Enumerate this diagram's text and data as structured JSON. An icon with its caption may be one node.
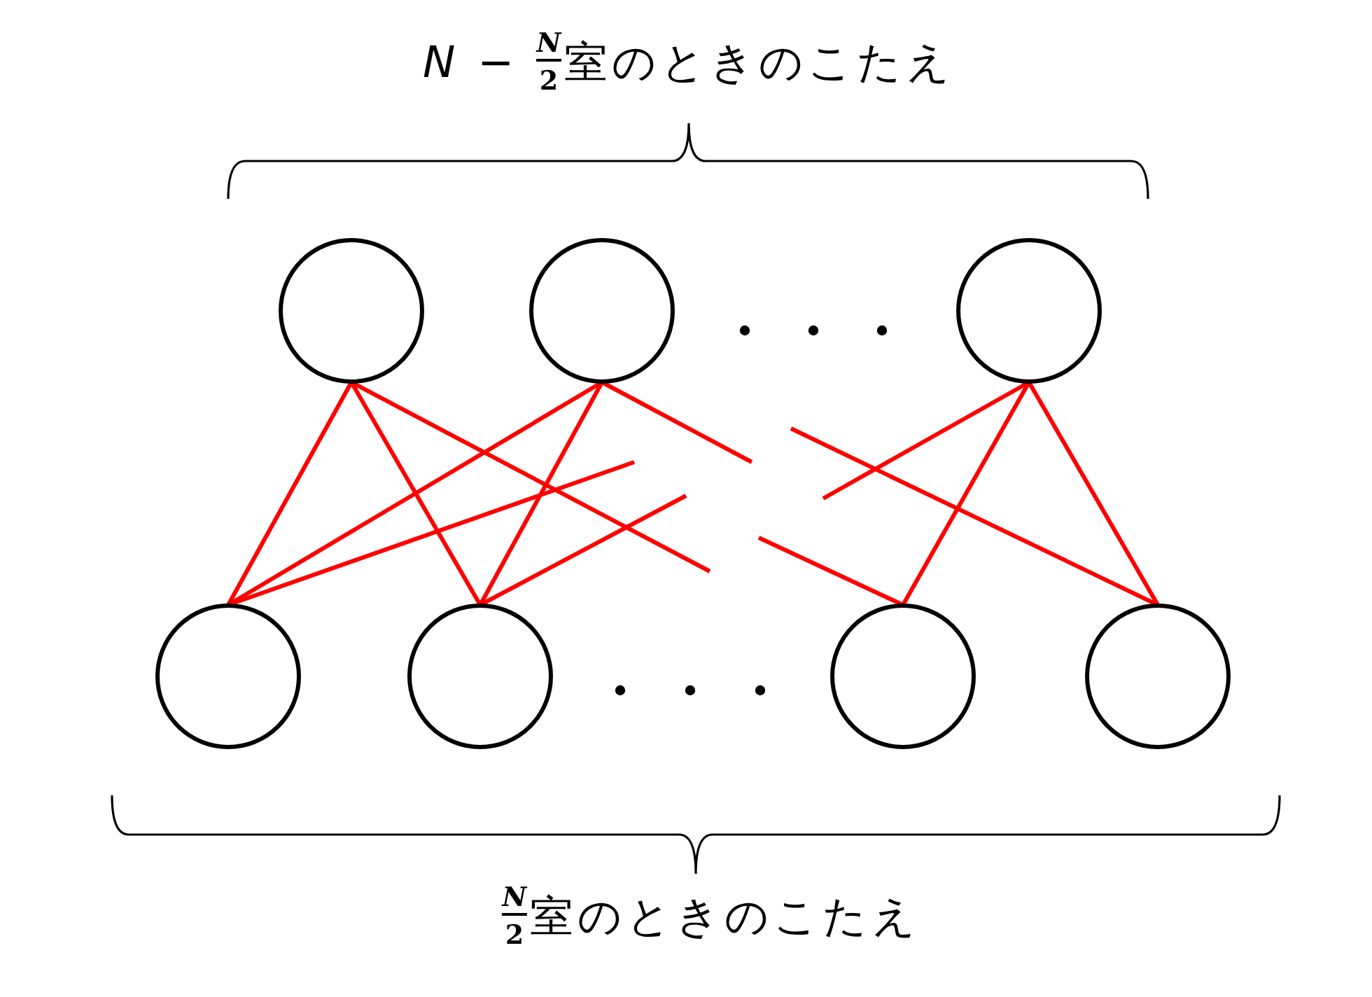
{
  "diagram": {
    "nodes": [
      {
        "text": [],
        "shape": "circle"
      },
      {
        "text": [],
        "shape": "circle"
      },
      {
        "text": [],
        "shape": "circle"
      },
      {
        "text": [],
        "shape": "circle"
      },
      {
        "text": [],
        "shape": "circle"
      },
      {
        "text": [],
        "shape": "circle"
      },
      {
        "text": [],
        "shape": "circle"
      }
    ],
    "edges": [
      {
        "from": 0,
        "to": 3,
        "arrow": "none"
      },
      {
        "from": 0,
        "to": 4,
        "arrow": "none"
      },
      {
        "from": 0,
        "to": null,
        "arrow": "none"
      },
      {
        "from": 1,
        "to": 3,
        "arrow": "none"
      },
      {
        "from": 1,
        "to": 4,
        "arrow": "none"
      },
      {
        "from": 1,
        "to": null,
        "arrow": "none"
      },
      {
        "from": 3,
        "to": null,
        "arrow": "none"
      },
      {
        "from": 4,
        "to": null,
        "arrow": "none"
      },
      {
        "from": 2,
        "to": null,
        "arrow": "none"
      },
      {
        "from": 2,
        "to": 5,
        "arrow": "none"
      },
      {
        "from": 2,
        "to": 6,
        "arrow": "none"
      },
      {
        "from": null,
        "to": 6,
        "arrow": "none"
      },
      {
        "from": null,
        "to": 5,
        "arrow": "none"
      }
    ],
    "labels": [
      "*N* − $^{N}$$_{2}$室のときのこたえ",
      "$^{N}$$_{2}$室のときのこたえ"
    ]
  }
}
